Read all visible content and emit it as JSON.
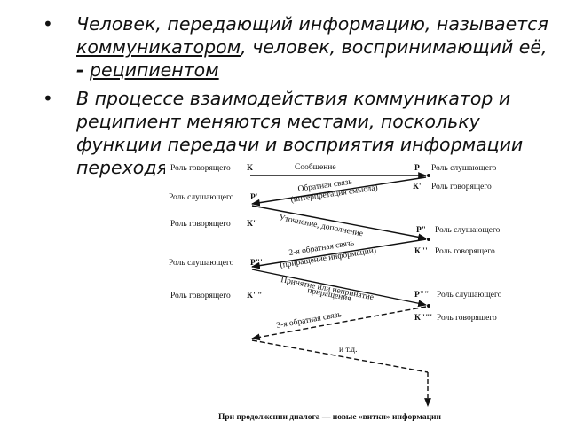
{
  "bullets": [
    {
      "t1": "Человек, передающий информацию, называется ",
      "t2": "коммуникатором",
      "t3": ", человек, воспринимающий её, ",
      "t4": "-",
      "t5": " ",
      "t6": "реципиентом"
    },
    {
      "t1": "В процессе взаимодействия коммуникатор и реципиент меняются местами, поскольку функции передачи и восприятия информации переходят"
    }
  ],
  "diagram": {
    "left": [
      {
        "role": "Роль говорящего",
        "node": "К"
      },
      {
        "role": "Роль слушающего",
        "node": "Р'"
      },
      {
        "role": "Роль говорящего",
        "node": "К\""
      },
      {
        "role": "Роль слушающего",
        "node": "Р\"'"
      },
      {
        "role": "Роль говорящего",
        "node": "К\"\""
      }
    ],
    "right": [
      {
        "node": "Р",
        "role": "Роль слушающего"
      },
      {
        "node": "К'",
        "role": "Роль говорящего"
      },
      {
        "node": "Р\"",
        "role": "Роль слушающего"
      },
      {
        "node": "К\"'",
        "role": "Роль говорящего"
      },
      {
        "node": "Р\"\"",
        "role": "Роль слушающего"
      },
      {
        "node": "К\"\"'",
        "role": "Роль говорящего"
      }
    ],
    "arrows": [
      {
        "line1": "Сообщение",
        "line2": ""
      },
      {
        "line1": "Обратная связь",
        "line2": "(интерпретация смысла)"
      },
      {
        "line1": "Уточнение, дополнение",
        "line2": ""
      },
      {
        "line1": "2-я обратная связь",
        "line2": "(приращение информации)"
      },
      {
        "line1": "Принятие или непринятие",
        "line2": "приращения"
      },
      {
        "line1": "3-я обратная связь",
        "line2": ""
      }
    ],
    "etc": "и т.д.",
    "footer": "При продолжении диалога — новые «витки» информации"
  }
}
